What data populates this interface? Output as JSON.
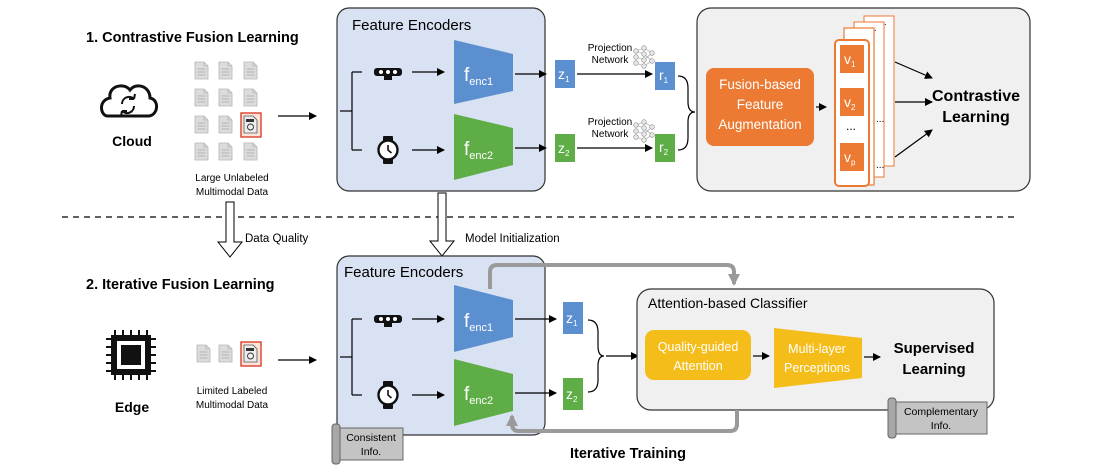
{
  "top": {
    "section_title": "1. Contrastive Fusion Learning",
    "source_label": "Cloud",
    "data_caption_1": "Large Unlabeled",
    "data_caption_2": "Multimodal Data",
    "encoder_box_title": "Feature Encoders",
    "encoder1": {
      "main": "f",
      "sub": "enc1"
    },
    "encoder2": {
      "main": "f",
      "sub": "enc2"
    },
    "z1": {
      "main": "z",
      "sub": "1"
    },
    "z2": {
      "main": "z",
      "sub": "2"
    },
    "r1": {
      "main": "r",
      "sub": "1"
    },
    "r2": {
      "main": "r",
      "sub": "2"
    },
    "projection_line1": "Projection",
    "projection_line2": "Network",
    "fusion_line1": "Fusion-based",
    "fusion_line2": "Feature",
    "fusion_line3": "Augmentation",
    "v1": {
      "main": "v",
      "sub": "1"
    },
    "v2": {
      "main": "v",
      "sub": "2"
    },
    "vp": {
      "main": "v",
      "sub": "p"
    },
    "vdots": "...",
    "contrastive_line1": "Contrastive",
    "contrastive_line2": "Learning"
  },
  "transitions": {
    "data_quality": "Data Quality",
    "model_init": "Model Initialization"
  },
  "bottom": {
    "section_title": "2. Iterative Fusion Learning",
    "source_label": "Edge",
    "data_caption_1": "Limited Labeled",
    "data_caption_2": "Multimodal Data",
    "encoder_box_title": "Feature Encoders",
    "encoder1": {
      "main": "f",
      "sub": "enc1"
    },
    "encoder2": {
      "main": "f",
      "sub": "enc2"
    },
    "z1": {
      "main": "z",
      "sub": "1"
    },
    "z2": {
      "main": "z",
      "sub": "2"
    },
    "classifier_title": "Attention-based Classifier",
    "attention_line1": "Quality-guided",
    "attention_line2": "Attention",
    "mlp_line1": "Multi-layer",
    "mlp_line2": "Perceptions",
    "supervised_line1": "Supervised",
    "supervised_line2": "Learning",
    "scroll_left_line1": "Consistent",
    "scroll_left_line2": "Info.",
    "scroll_right_line1": "Complementary",
    "scroll_right_line2": "Info.",
    "iterative_label": "Iterative Training"
  },
  "colors": {
    "blue": "#5b8fd0",
    "green": "#5fad46",
    "orange": "#ec7a33",
    "yellow": "#f5bd1a",
    "encoder_bg": "#d9e2f2",
    "panel_bg": "#f0f0f0",
    "doc_fill": "#dcdcdc",
    "doc_border": "#c0c0c0",
    "highlight": "#d9422a"
  },
  "icons": [
    "cloud-sync-icon",
    "chip-icon",
    "document-icon",
    "camera-sensor-icon",
    "smartwatch-icon",
    "neural-network-icon"
  ]
}
